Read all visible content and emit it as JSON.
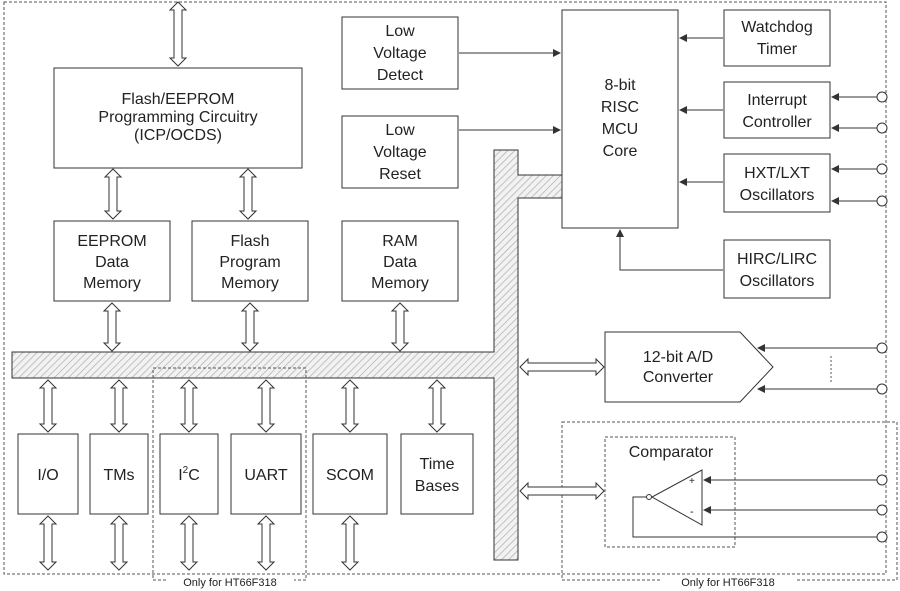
{
  "blocks": {
    "flash_icp": [
      "Flash/EEPROM",
      "Programming Circuitry",
      "(ICP/OCDS)"
    ],
    "eeprom_mem": [
      "EEPROM",
      "Data",
      "Memory"
    ],
    "flash_mem": [
      "Flash",
      "Program",
      "Memory"
    ],
    "ram_mem": [
      "RAM",
      "Data",
      "Memory"
    ],
    "lvd": [
      "Low",
      "Voltage",
      "Detect"
    ],
    "lvr": [
      "Low",
      "Voltage",
      "Reset"
    ],
    "mcu": [
      "8-bit",
      "RISC",
      "MCU",
      "Core"
    ],
    "watchdog": [
      "Watchdog",
      "Timer"
    ],
    "interrupt": [
      "Interrupt",
      "Controller"
    ],
    "hxt": [
      "HXT/LXT",
      "Oscillators"
    ],
    "hirc": [
      "HIRC/LIRC",
      "Oscillators"
    ],
    "adc": [
      "12-bit A/D",
      "Converter"
    ],
    "io": [
      "I/O"
    ],
    "tms": [
      "TMs"
    ],
    "i2c": {
      "base": "I",
      "sup": "2",
      "rest": "C"
    },
    "uart": [
      "UART"
    ],
    "scom": [
      "SCOM"
    ],
    "timebases": [
      "Time",
      "Bases"
    ],
    "comparator": [
      "Comparator"
    ]
  },
  "comparator_signs": {
    "plus": "+",
    "minus": "-"
  },
  "notes": {
    "i2c_uart": "Only for HT66F318",
    "comparator": "Only for HT66F318"
  },
  "colors": {
    "bus_hatch": "#c8c8c8",
    "line": "#333333"
  }
}
